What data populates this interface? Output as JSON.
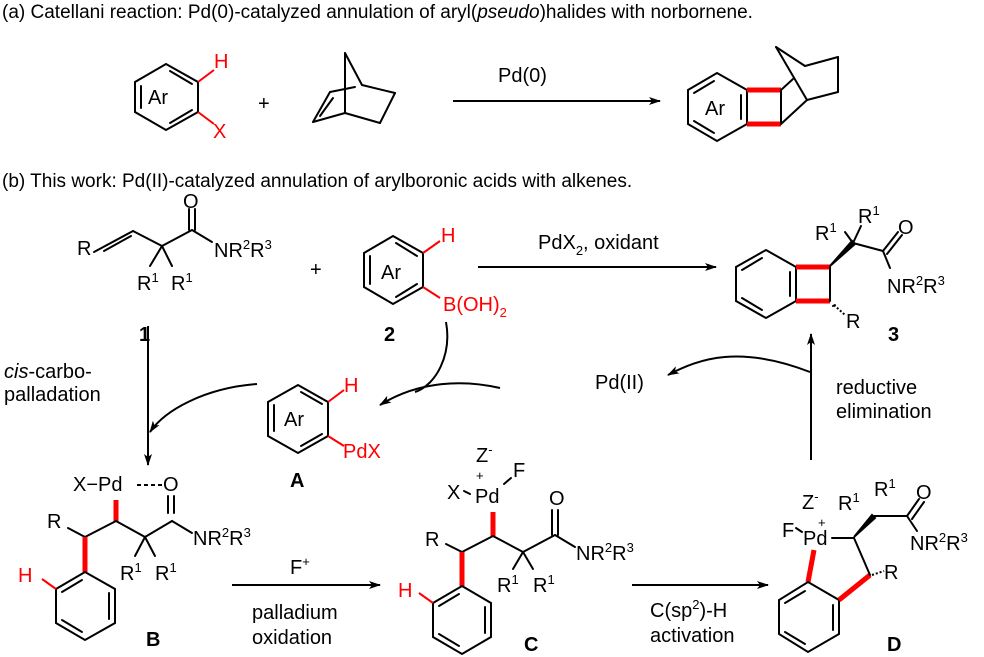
{
  "heading_a": {
    "prefix": "(a) Catellani reaction: Pd(0)-catalyzed annulation of aryl(",
    "italic": "pseudo",
    "suffix": ")halides with norbornene."
  },
  "heading_b": "(b) This work: Pd(II)-catalyzed annulation of arylboronic acids with alkenes.",
  "scheme_a": {
    "ar_label": "Ar",
    "h_label": "H",
    "x_label": "X",
    "plus": "+",
    "catalyst": "Pd(0)",
    "product_ar": "Ar"
  },
  "scheme_b": {
    "compound_1": {
      "label": "1",
      "R": "R",
      "O": "O",
      "amide": "NR",
      "sup2": "2",
      "R3": "R",
      "sup3": "3",
      "R1": "R",
      "sup1": "1"
    },
    "plus": "+",
    "compound_2": {
      "label": "2",
      "ar": "Ar",
      "h": "H",
      "boron": "B(OH)",
      "sub2": "2"
    },
    "conditions": {
      "main": "PdX",
      "sub": "2",
      "rest": ", oxidant"
    },
    "product_3": {
      "label": "3",
      "R": "R"
    },
    "pd_ii": "Pd(II)",
    "intermediate_A": {
      "label": "A",
      "ar": "Ar",
      "h": "H",
      "pdx": "PdX"
    },
    "intermediate_B": {
      "label": "B",
      "xpd": "X−Pd",
      "dash": "- - -",
      "O": "O",
      "R": "R",
      "H": "H"
    },
    "intermediate_C": {
      "label": "C",
      "Z": "Z",
      "zminus": "-",
      "plus": "+",
      "X": "X",
      "Pd": "Pd",
      "F": "F"
    },
    "intermediate_D": {
      "label": "D",
      "F": "F",
      "Pd": "Pd",
      "R": "R"
    },
    "steps": {
      "cis_italic": "cis",
      "cis_rest": "-carbo-",
      "palladation": "palladation",
      "fplus": "F",
      "fplus_sup": "+",
      "pd_ox_1": "palladium",
      "pd_ox_2": "oxidation",
      "ch_act_1a": "C(sp",
      "ch_act_1sup": "2",
      "ch_act_1b": ")-H",
      "ch_act_2": "activation",
      "red_elim_1": "reductive",
      "red_elim_2": "elimination"
    }
  }
}
